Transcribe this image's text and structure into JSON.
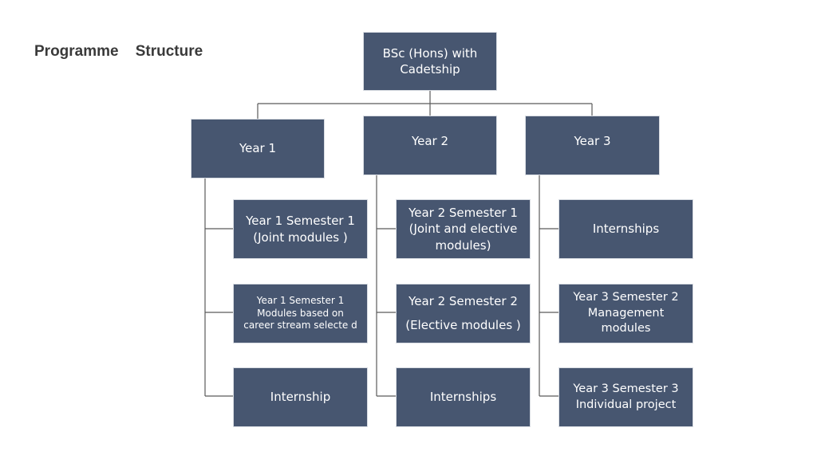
{
  "title": "Programme    Structure",
  "root": "BSc (Hons) with\nCadetship",
  "years": [
    {
      "label": "Year 1",
      "items": [
        "Year 1 Semester     1\n(Joint modules    )",
        "Year 1 Semester 1\nModules based on\ncareer stream selecte     d",
        "Internship"
      ]
    },
    {
      "label": "Year 2",
      "items": [
        "Year 2 Semester 1\n(Joint and elective\nmodules)",
        "Year 2 Semester 2\n\n(Elective modules     )",
        "Internships"
      ]
    },
    {
      "label": "Year 3",
      "items": [
        "Internships",
        "Year 3 Semester 2\nManagement\nmodules",
        "Year 3 Semester 3\nIndividual project"
      ]
    }
  ],
  "colors": {
    "box": "#475670",
    "line": "#5a5a5a",
    "text": "#ffffff"
  }
}
